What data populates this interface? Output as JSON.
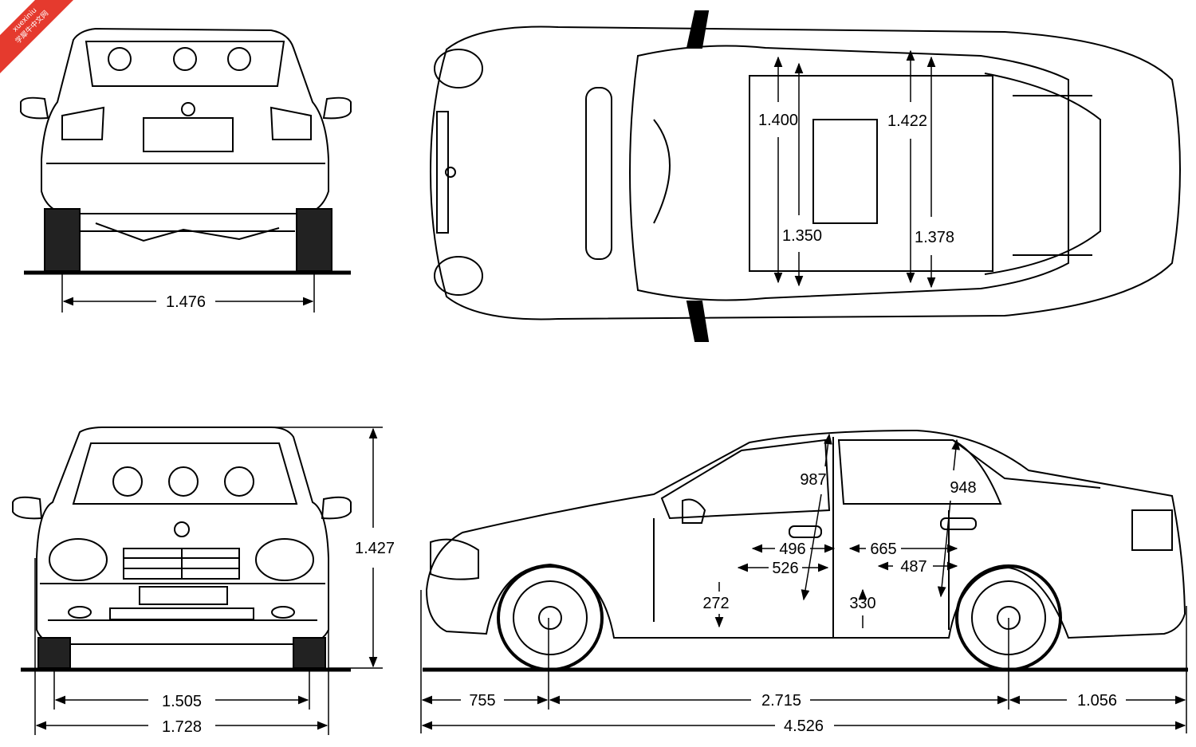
{
  "watermark": {
    "line1": "xuexiniu",
    "line2": "学犀牛中文网"
  },
  "dimensions": {
    "rear_track": "1.476",
    "front_track": "1.505",
    "width": "1.728",
    "height": "1.427",
    "front_overhang": "755",
    "wheelbase": "2.715",
    "rear_overhang": "1.056",
    "length": "4.526",
    "front_shoulder": "1.400",
    "rear_shoulder": "1.422",
    "front_hip": "1.350",
    "rear_hip": "1.378",
    "front_headroom": "987",
    "rear_headroom": "948",
    "front_seat_length": "496",
    "front_cushion": "526",
    "rear_legroom": "665",
    "rear_cushion": "487",
    "front_seat_height": "272",
    "rear_seat_height": "330"
  }
}
